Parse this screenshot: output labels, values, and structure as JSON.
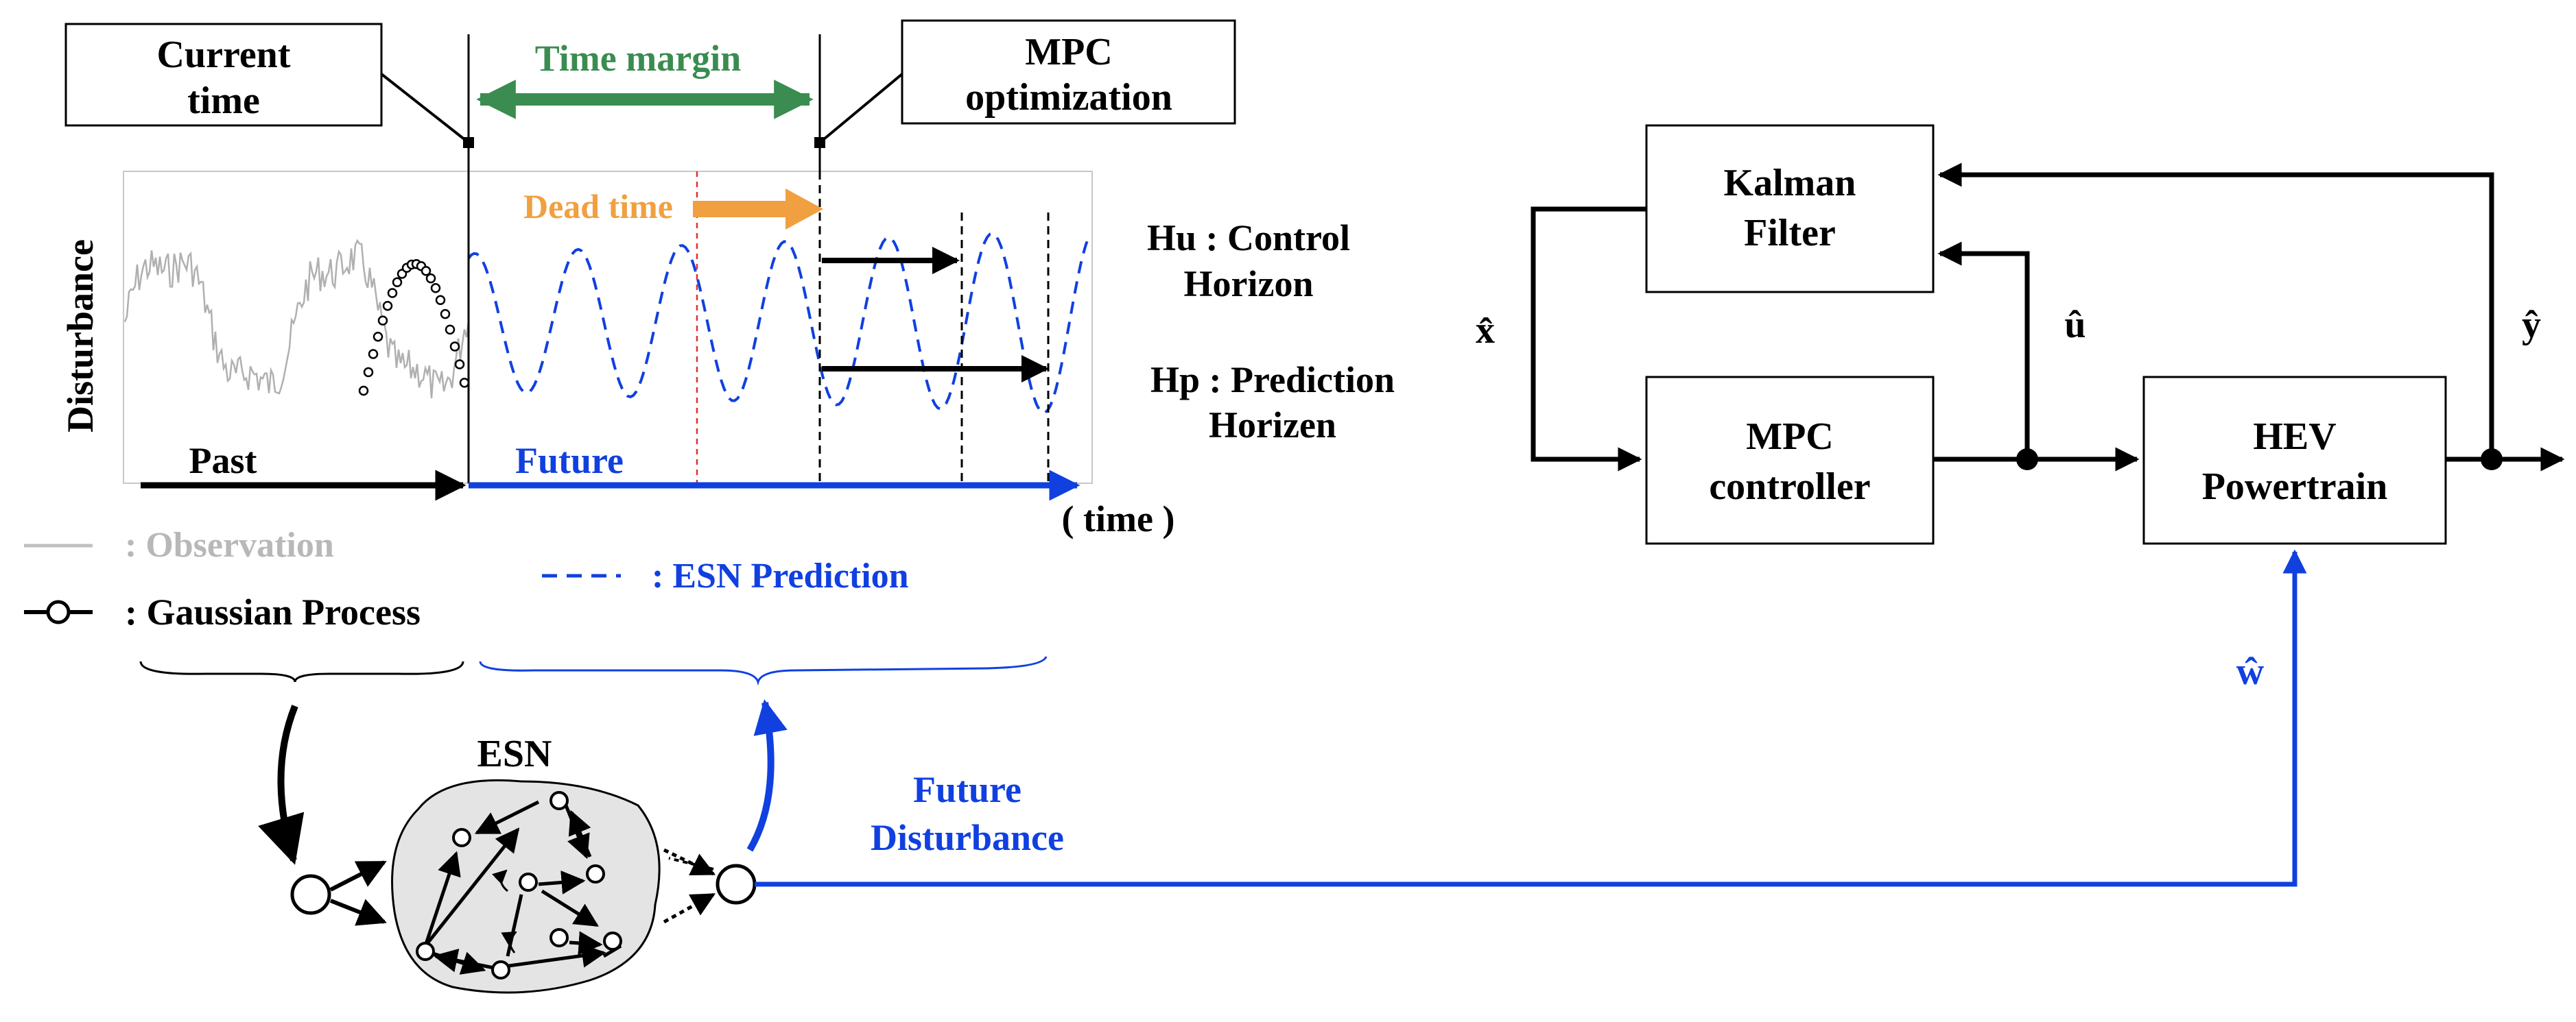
{
  "labels": {
    "current_time": [
      "Current",
      "time"
    ],
    "mpc_optimization": [
      "MPC",
      "optimization"
    ],
    "time_margin": "Time margin",
    "dead_time": "Dead time",
    "disturbance_axis": "Disturbance",
    "hu": [
      "Hu : Control",
      "Horizon"
    ],
    "hp": [
      "Hp : Prediction",
      "Horizen"
    ],
    "past": "Past",
    "future": "Future",
    "time_axis": "( time )"
  },
  "legend": {
    "observation": ": Observation",
    "gaussian_process": ": Gaussian Process",
    "esn_prediction": ": ESN Prediction"
  },
  "esn": {
    "title": "ESN",
    "future_disturbance": [
      "Future",
      "Disturbance"
    ]
  },
  "blocks": {
    "kalman": [
      "Kalman",
      "Filter"
    ],
    "mpc": [
      "MPC",
      "controller"
    ],
    "hev": [
      "HEV",
      "Powertrain"
    ]
  },
  "signals": {
    "x_hat": "x̂",
    "u_hat": "û",
    "y_hat": "ŷ",
    "w_hat": "ŵ"
  },
  "colors": {
    "black": "#000000",
    "green": "#3a8c50",
    "orange": "#f0a040",
    "blue": "#1040e0",
    "grey": "#b0b0b0",
    "red_dashed": "#e03030",
    "esn_fill": "#e4e4e4"
  }
}
